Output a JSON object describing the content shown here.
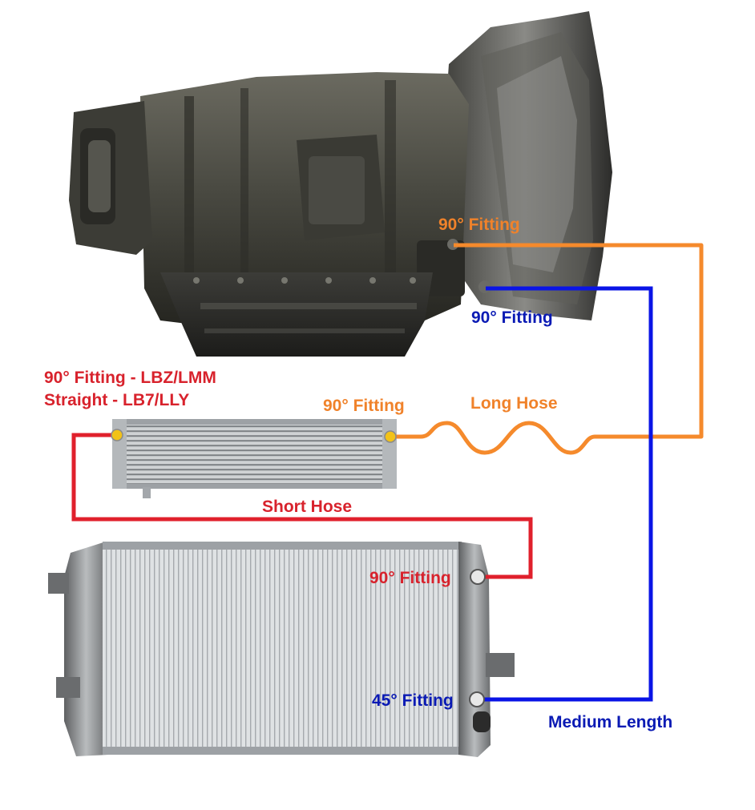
{
  "colors": {
    "orange_line": "#f58a2c",
    "blue_line": "#0a14e6",
    "red_line": "#e0202c",
    "orange_text": "#f0822a",
    "blue_text": "#0a1ab4",
    "red_text": "#d8222c",
    "fitting_yellow": "#f2c218"
  },
  "components": [
    {
      "name": "transmission",
      "icon": "transmission-picture"
    },
    {
      "name": "trans-cooler",
      "icon": "auxiliary-cooler-picture"
    },
    {
      "name": "radiator",
      "icon": "radiator-picture"
    }
  ],
  "labels": {
    "trans_upper_fitting": "90° Fitting",
    "trans_lower_fitting": "90° Fitting",
    "cooler_left_fitting": "90° Fitting - LBZ/LMM\nStraight - LB7/LLY",
    "cooler_right_fitting": "90° Fitting",
    "long_hose": "Long Hose",
    "short_hose": "Short Hose",
    "radiator_upper_fitting": "90° Fitting",
    "radiator_lower_fitting": "45° Fitting",
    "medium_hose": "Medium Length"
  }
}
